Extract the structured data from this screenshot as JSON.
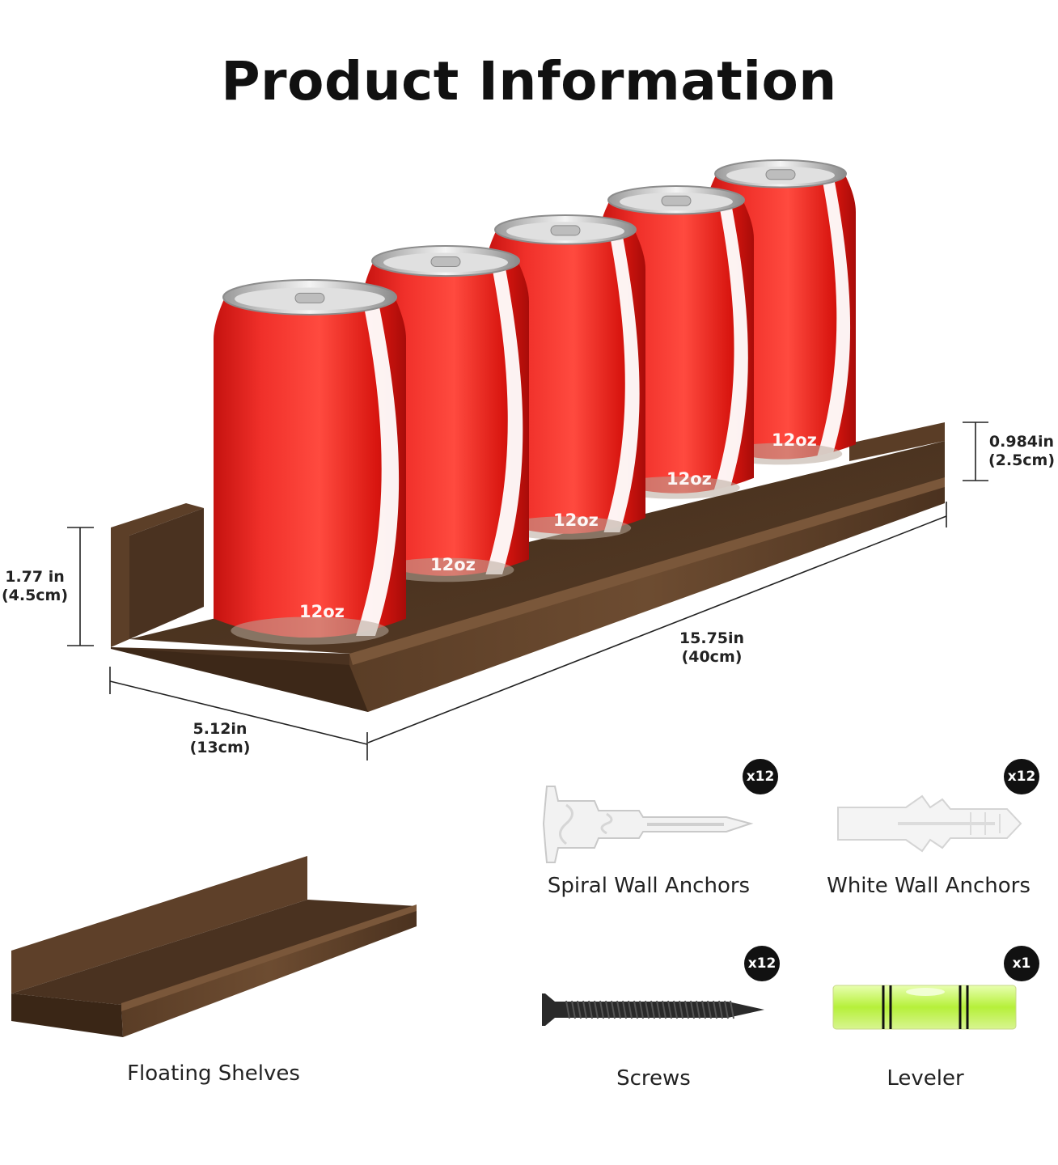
{
  "title": "Product Information",
  "dimensions": {
    "height_left": {
      "imperial": "1.77 in",
      "metric": "(4.5cm)"
    },
    "height_right": {
      "imperial": "0.984in",
      "metric": "(2.5cm)"
    },
    "length": {
      "imperial": "15.75in",
      "metric": "(40cm)"
    },
    "depth": {
      "imperial": "5.12in",
      "metric": "(13cm)"
    }
  },
  "can_label": "12oz",
  "items": [
    {
      "name": "Spiral Wall Anchors",
      "count": "x12"
    },
    {
      "name": "White Wall Anchors",
      "count": "x12"
    },
    {
      "name": "Floating Shelves"
    },
    {
      "name": "Screws",
      "count": "x12"
    },
    {
      "name": "Leveler",
      "count": "x1"
    }
  ],
  "colors": {
    "can_red": "#e8201c",
    "wood_dark": "#4a3320",
    "wood_mid": "#6e4d31",
    "level_green": "#b7f03a",
    "badge": "#111111"
  }
}
